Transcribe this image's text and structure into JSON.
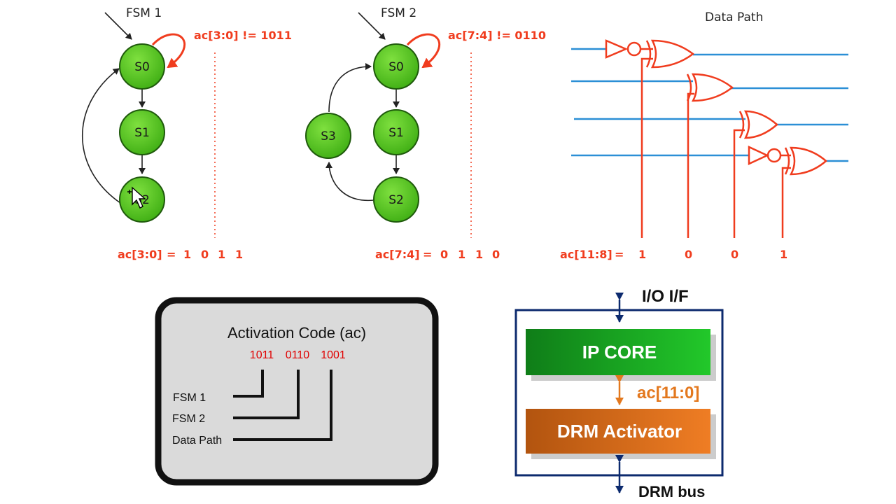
{
  "fsm1": {
    "title": "FSM 1",
    "states": [
      "S0",
      "S1",
      "S2"
    ],
    "loop_label": "ac[3:0] != 1011",
    "code_label": "ac[3:0]",
    "equals": "=",
    "bits": [
      "1",
      "0",
      "1",
      "1"
    ]
  },
  "fsm2": {
    "title": "FSM 2",
    "states": [
      "S0",
      "S1",
      "S2",
      "S3"
    ],
    "loop_label": "ac[7:4] != 0110",
    "code_label": "ac[7:4]",
    "equals": "=",
    "bits": [
      "0",
      "1",
      "1",
      "0"
    ]
  },
  "datapath": {
    "title": "Data Path",
    "code_label": "ac[11:8]",
    "equals": "=",
    "bits": [
      "1",
      "0",
      "0",
      "1"
    ]
  },
  "activation_box": {
    "title": "Activation Code (ac)",
    "codes": [
      "1011",
      "0110",
      "1001"
    ],
    "targets": [
      "FSM 1",
      "FSM 2",
      "Data Path"
    ]
  },
  "block": {
    "io_label": "I/O I/F",
    "ip_core": "IP CORE",
    "ac_label": "ac[11:0]",
    "drm": "DRM Activator",
    "bus_label": "DRM bus"
  },
  "colors": {
    "state_fill": "#4fc21c",
    "state_stroke": "#1f6d0c",
    "red": "#f03c1e",
    "blue": "#2b8fd6",
    "navy": "#0c2a6e",
    "orange": "#e3781e",
    "green_block": "#1e9e1e"
  }
}
